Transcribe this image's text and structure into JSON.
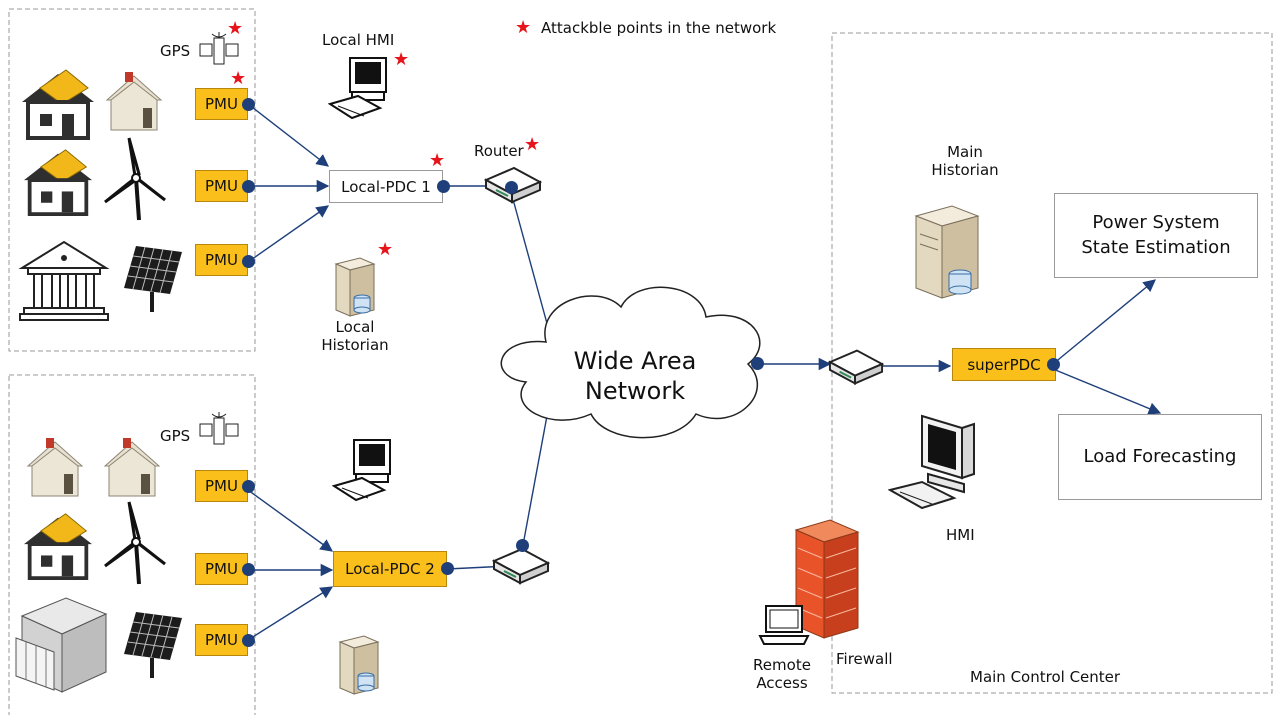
{
  "legend": {
    "symbol": "★",
    "text": "Attackble points in the network"
  },
  "site1": {
    "gps_label": "GPS",
    "pmu_labels": [
      "PMU",
      "PMU",
      "PMU"
    ],
    "pdc_label": "Local-PDC 1",
    "router_label": "Router",
    "hmi_label": "Local HMI",
    "historian_label": [
      "Local",
      "Historian"
    ]
  },
  "site2": {
    "gps_label": "GPS",
    "pmu_labels": [
      "PMU",
      "PMU",
      "PMU"
    ],
    "pdc_label": "Local-PDC 2"
  },
  "wan_label": [
    "Wide Area",
    "Network"
  ],
  "control_center": {
    "title": "Main Control Center",
    "historian_label": [
      "Main",
      "Historian"
    ],
    "superpdc_label": "superPDC",
    "hmi_label": "HMI",
    "firewall_label": "Firewall",
    "remote_access_label": [
      "Remote",
      "Access"
    ],
    "apps": [
      {
        "label": [
          "Power System",
          "State Estimation"
        ]
      },
      {
        "label": [
          "Load Forecasting"
        ]
      }
    ]
  },
  "colors": {
    "pmu_fill": "#fbbf1b",
    "connector": "#1e3f7a",
    "attack_star": "#e8141b",
    "border_dashed": "#9a9a9a"
  }
}
